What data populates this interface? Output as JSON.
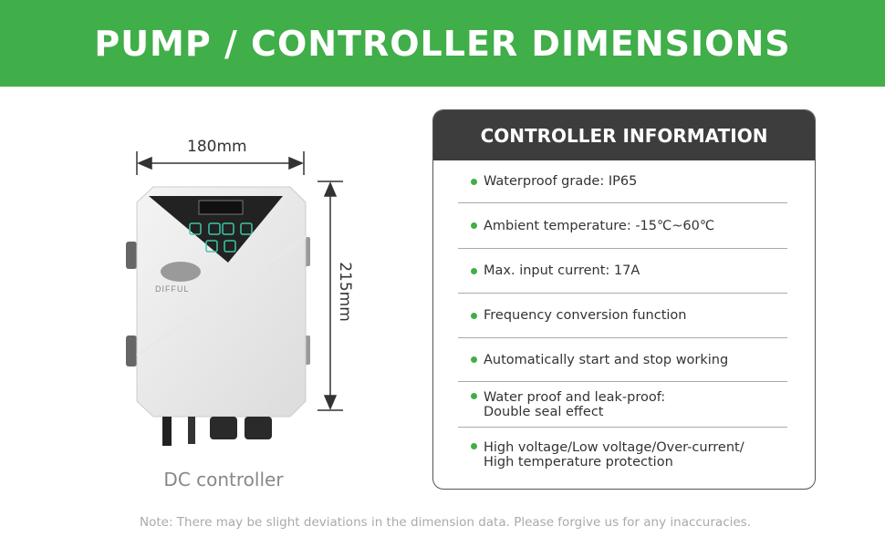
{
  "banner": {
    "title": "PUMP / CONTROLLER DIMENSIONS"
  },
  "product": {
    "brand_logo": "DIFFUL",
    "width_label": "180mm",
    "height_label": "215mm",
    "caption": "DC controller"
  },
  "info": {
    "title": "CONTROLLER INFORMATION",
    "items": [
      {
        "line1": "Waterproof grade: IP65",
        "line2": ""
      },
      {
        "line1": "Ambient temperature: -15℃~60℃",
        "line2": ""
      },
      {
        "line1": "Max. input current: 17A",
        "line2": ""
      },
      {
        "line1": "Frequency conversion function",
        "line2": ""
      },
      {
        "line1": "Automatically start and stop working",
        "line2": ""
      },
      {
        "line1": "Water proof and leak-proof:",
        "line2": "Double seal effect"
      },
      {
        "line1": "High voltage/Low voltage/Over-current/",
        "line2": "High temperature protection"
      }
    ]
  },
  "note": "Note: There may be slight deviations in the dimension data. Please forgive us for any inaccuracies.",
  "colors": {
    "brand_green": "#40ae49",
    "header_dark": "#3d3d3d"
  }
}
